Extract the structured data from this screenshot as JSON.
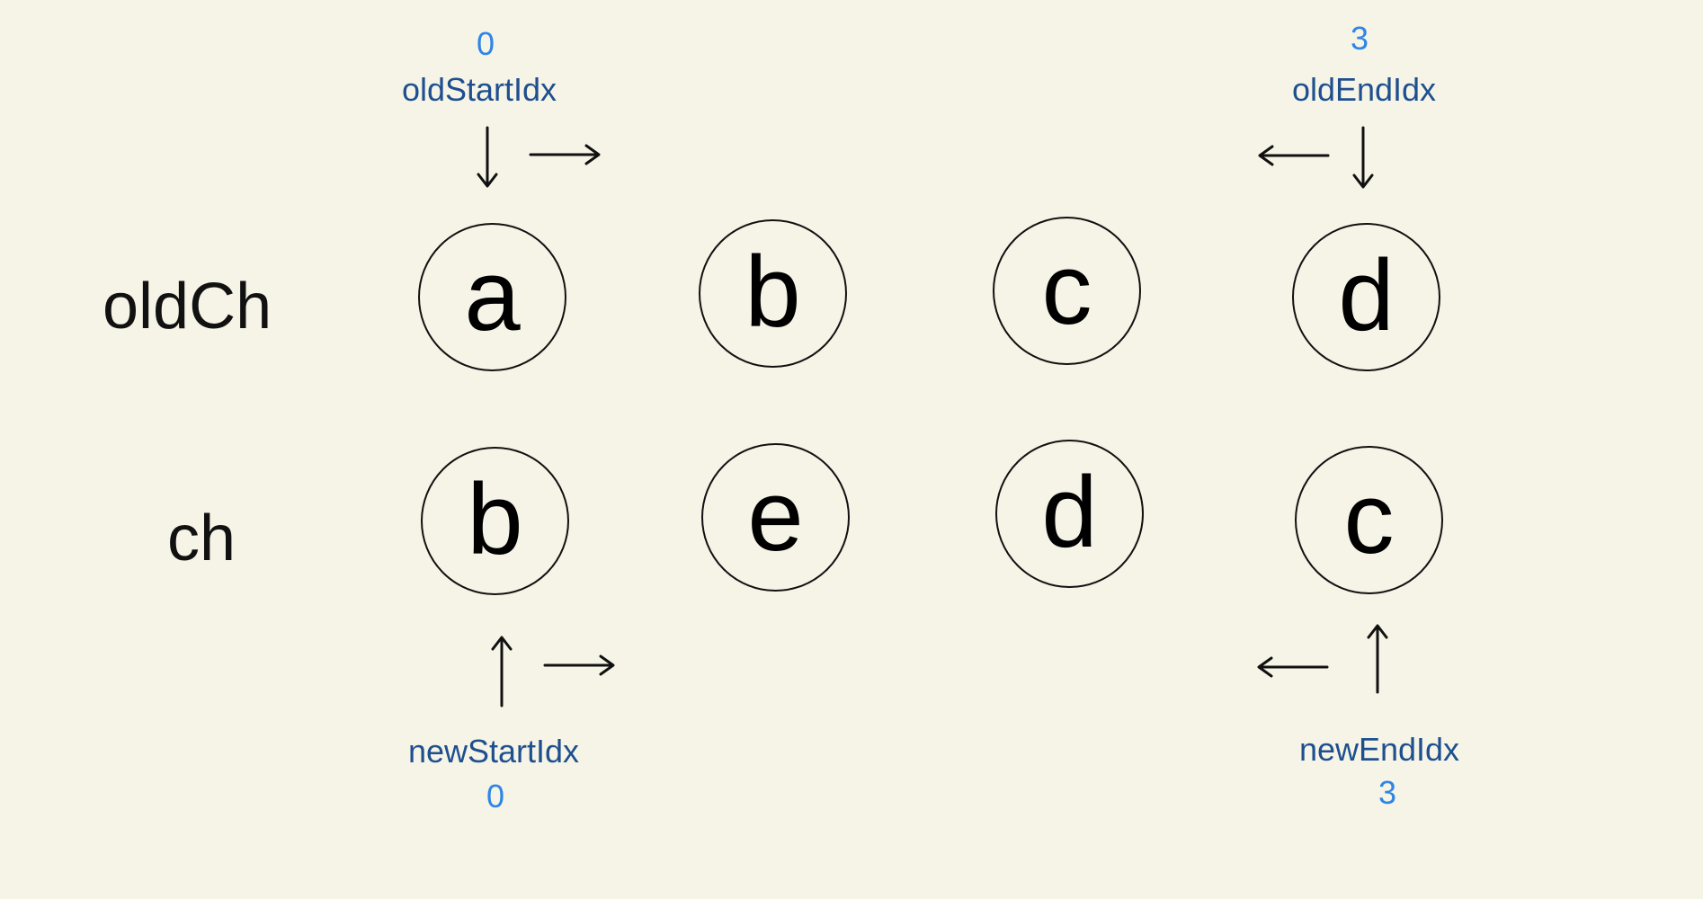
{
  "colors": {
    "background": "#f6f4e7",
    "pointer_name": "#1e4f8f",
    "pointer_value": "#2f86e6",
    "ink": "#111111"
  },
  "rows": {
    "old": {
      "label": "oldCh",
      "nodes": [
        "a",
        "b",
        "c",
        "d"
      ]
    },
    "new": {
      "label": "ch",
      "nodes": [
        "b",
        "e",
        "d",
        "c"
      ]
    }
  },
  "pointers": {
    "old_start": {
      "name": "oldStartIdx",
      "value": "0"
    },
    "old_end": {
      "name": "oldEndIdx",
      "value": "3"
    },
    "new_start": {
      "name": "newStartIdx",
      "value": "0"
    },
    "new_end": {
      "name": "newEndIdx",
      "value": "3"
    }
  },
  "icons": [
    "arrow-down-icon",
    "arrow-up-icon",
    "arrow-right-icon",
    "arrow-left-icon"
  ]
}
